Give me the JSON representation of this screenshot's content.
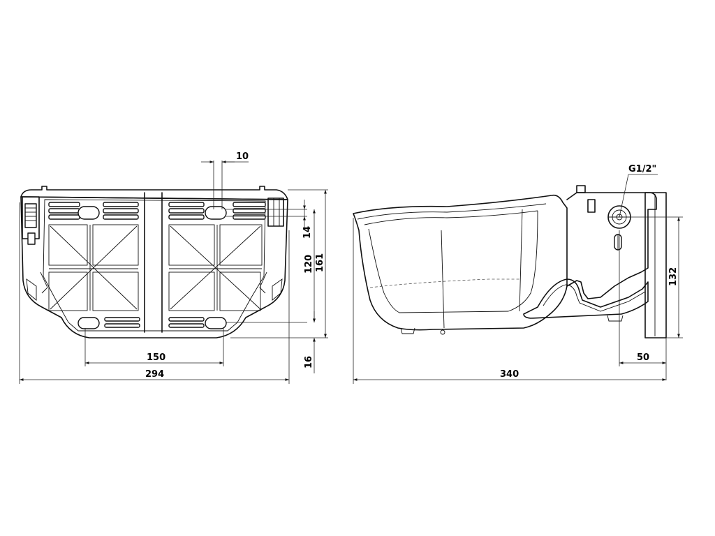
{
  "dimensions": {
    "front": {
      "top_offset": "10",
      "small_gap": "14",
      "hole_spacing_vertical": "120",
      "total_height": "161",
      "hole_spacing_horizontal": "150",
      "bottom_offset": "16",
      "total_width": "294"
    },
    "side": {
      "thread": "G1/2\"",
      "inlet_height": "132",
      "mount_depth": "50",
      "total_length": "340"
    }
  }
}
